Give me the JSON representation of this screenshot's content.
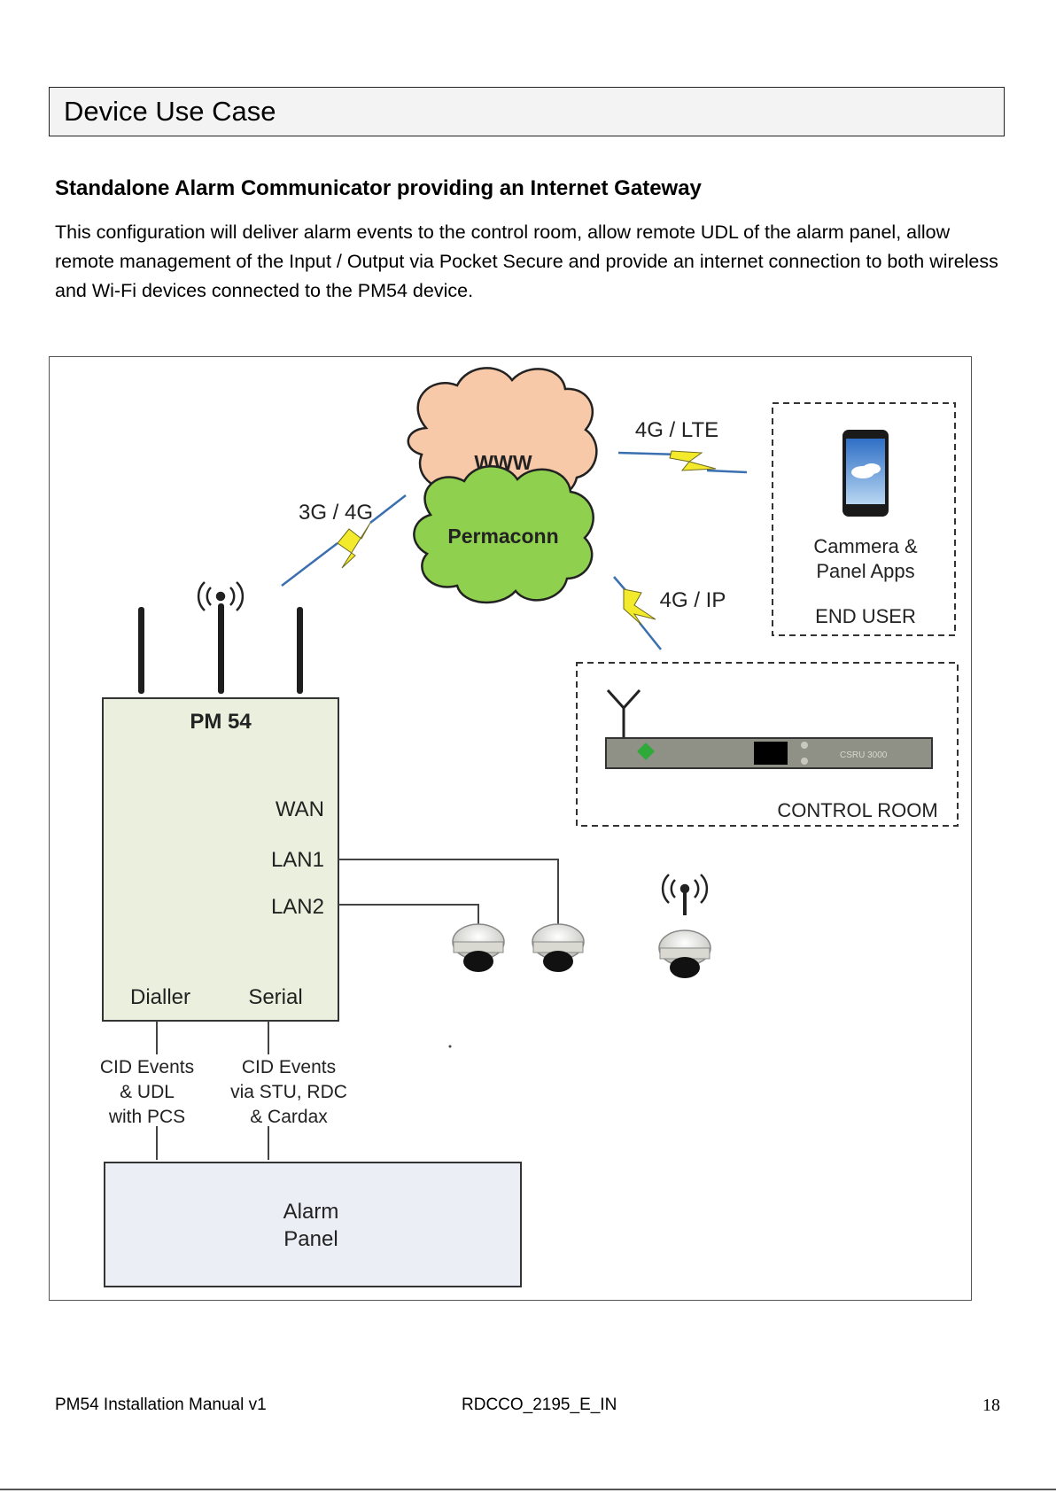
{
  "section_title": "Device Use Case",
  "subheading": "Standalone Alarm Communicator providing an Internet Gateway",
  "paragraph": "This configuration will deliver alarm events to the control room, allow remote UDL of the alarm panel, allow remote management of the Input / Output via Pocket Secure and provide an internet connection to both wireless and Wi-Fi devices connected to the PM54 device.",
  "diagram": {
    "cloud_www": "WWW",
    "cloud_permaconn": "Permaconn",
    "link_3g4g": "3G / 4G",
    "link_4glte": "4G / LTE",
    "link_4gip": "4G / IP",
    "end_user_line1": "Cammera &",
    "end_user_line2": "Panel Apps",
    "end_user_label": "END USER",
    "control_room_label": "CONTROL ROOM",
    "receiver_model": "CSRU 3000",
    "pm54_title": "PM 54",
    "port_wan": "WAN",
    "port_lan1": "LAN1",
    "port_lan2": "LAN2",
    "port_dialler": "Dialler",
    "port_serial": "Serial",
    "dialler_note_1": "CID Events",
    "dialler_note_2": "& UDL",
    "dialler_note_3": "with PCS",
    "serial_note_1": "CID Events",
    "serial_note_2": "via STU, RDC",
    "serial_note_3": "& Cardax",
    "alarm_panel_1": "Alarm",
    "alarm_panel_2": "Panel",
    "colors": {
      "www_cloud": "#f8c9a8",
      "permaconn_cloud": "#8fd14f",
      "pm54_box": "#ebf0de",
      "alarm_box": "#ebeef4",
      "lightning": "#f2ea2a"
    }
  },
  "footer": {
    "left": "PM54 Installation Manual v1",
    "middle": "RDCCO_2195_E_IN",
    "page": "18"
  }
}
